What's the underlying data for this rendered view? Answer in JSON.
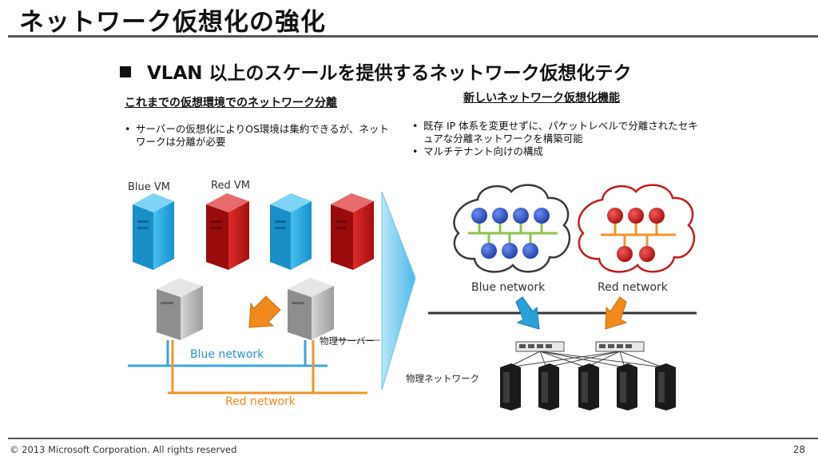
{
  "slide": {
    "title": "ネットワーク仮想化の強化",
    "subtitle": "VLAN 以上のスケールを提供するネットワーク仮想化テク",
    "left": {
      "heading": "これまでの仮想環境でのネットワーク分離",
      "bullets": [
        "サーバーの仮想化によりOS環境は集約できるが、ネットワークは分離が必要"
      ]
    },
    "right": {
      "heading": "新しいネットワーク仮想化機能",
      "bullets": [
        "既存 IP 体系を変更せずに、パケットレベルで分離されたセキュアな分離ネットワークを構築可能",
        "マルチテナント向けの構成"
      ]
    },
    "diagram_left": {
      "blue_vm_label": "Blue VM",
      "red_vm_label": "Red VM",
      "physical_server_label": "物理サーバー",
      "blue_network_label": "Blue network",
      "red_network_label": "Red network"
    },
    "diagram_right": {
      "blue_network_label": "Blue network",
      "red_network_label": "Red network",
      "physical_network_label": "物理ネットワーク"
    },
    "footer": "© 2013 Microsoft Corporation. All rights reserved",
    "page_number": "28"
  },
  "colors": {
    "blue_vm": "#1ea7e1",
    "red_vm": "#c41a1a",
    "blue_network": "#3aa6dc",
    "red_network": "#f0962a",
    "arrow_orange": "#f08a1c",
    "arrow_blue": "#2aa0d8",
    "node_blue": "#2f55c8",
    "node_red": "#d11a1a"
  }
}
